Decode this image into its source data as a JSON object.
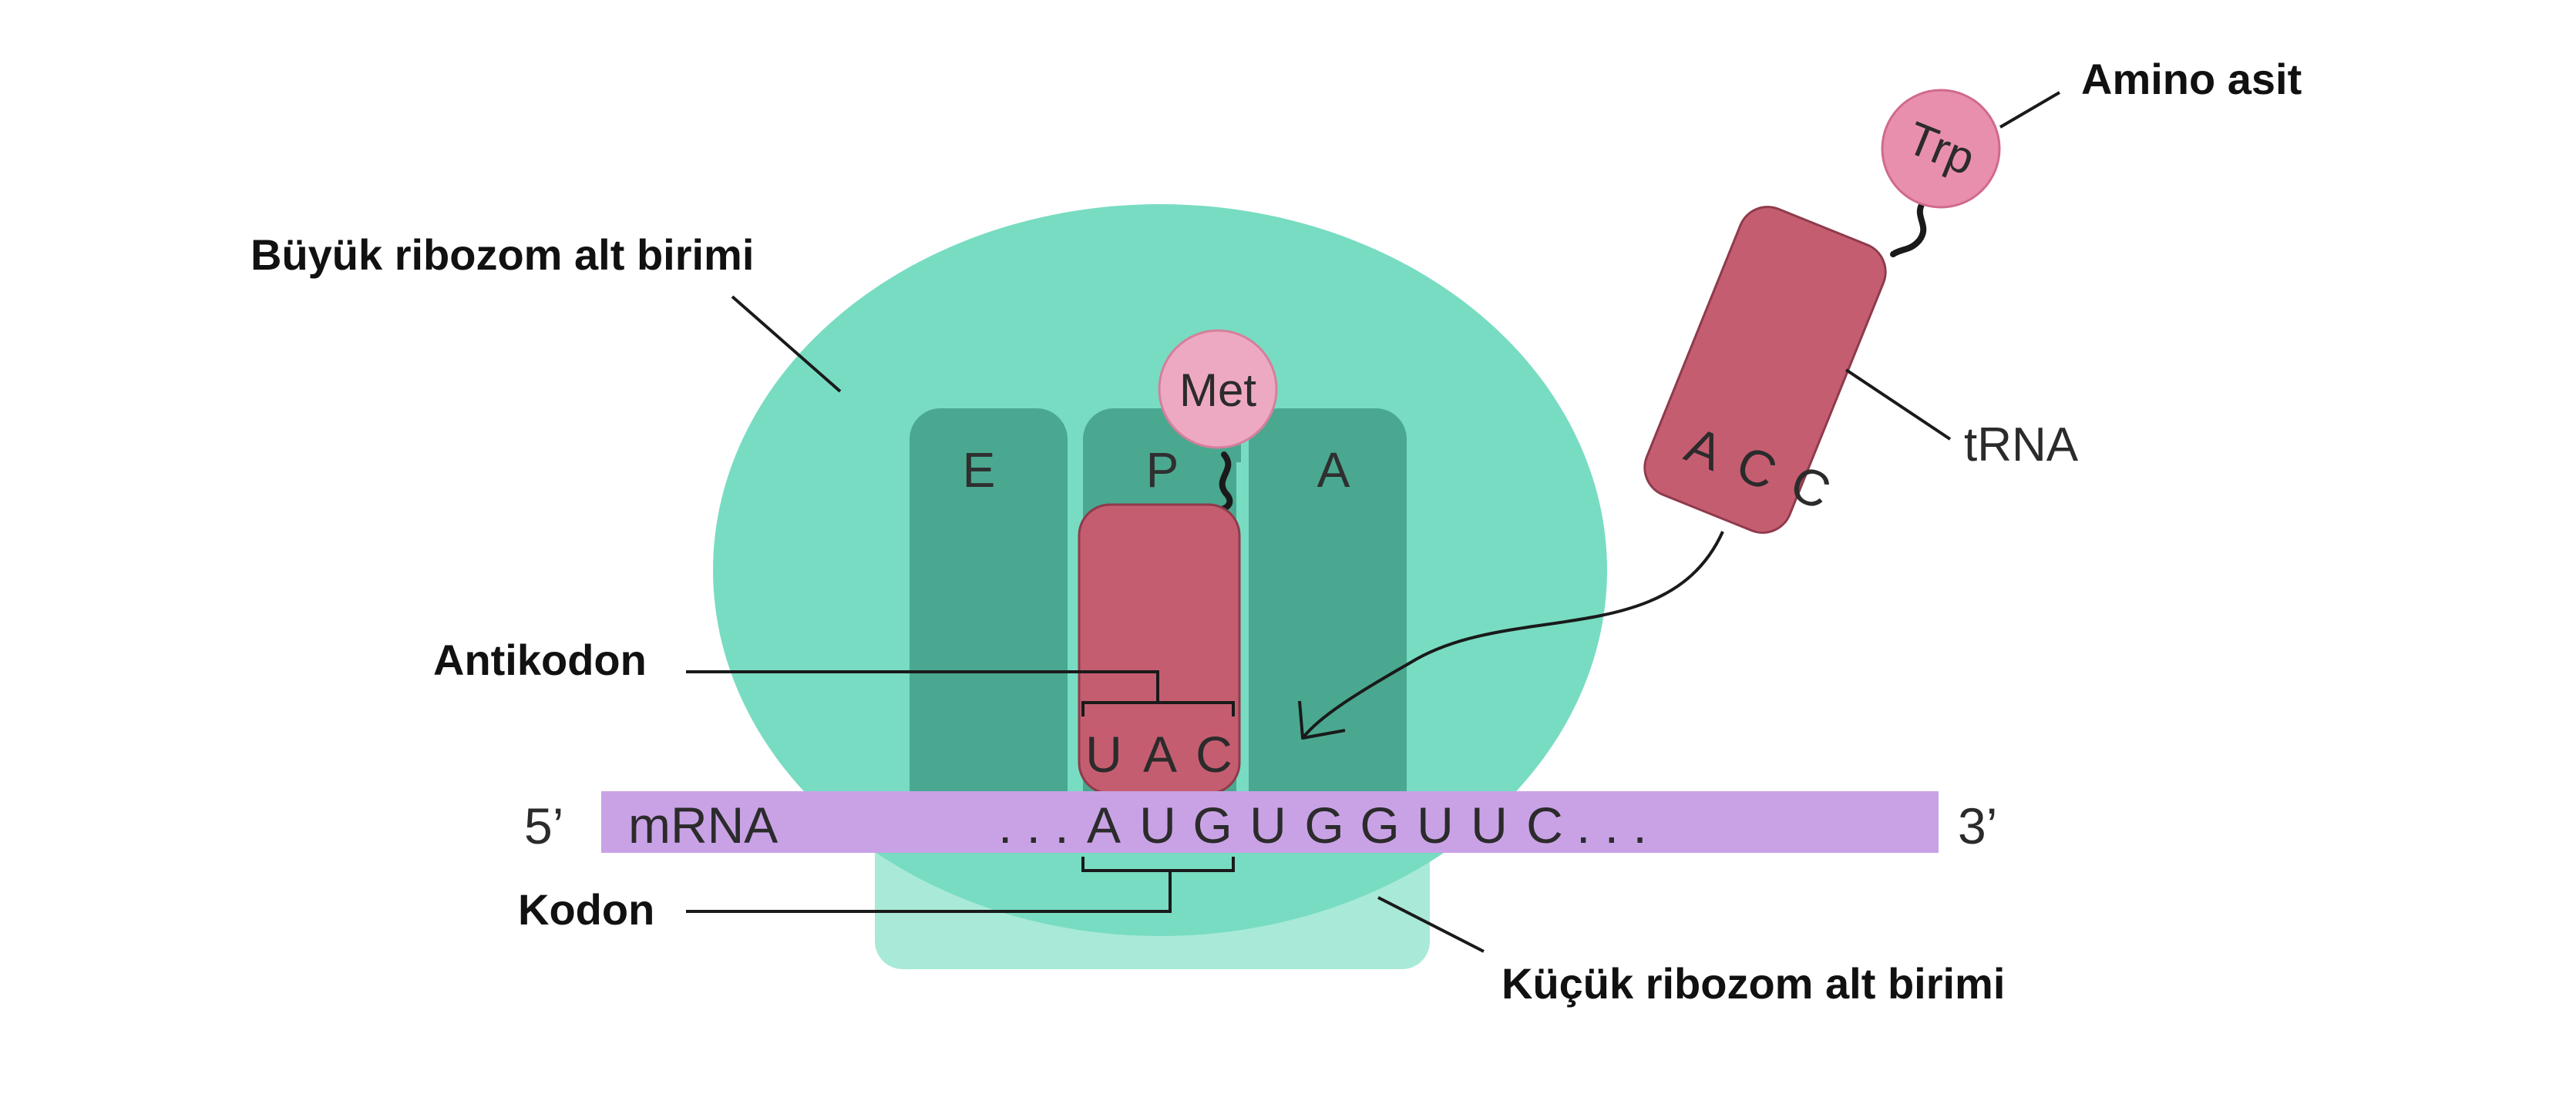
{
  "labels": {
    "large_subunit": "Büyük ribozom alt birimi",
    "small_subunit": "Küçük ribozom alt birimi",
    "anticodon": "Antikodon",
    "codon": "Kodon",
    "amino_acid": "Amino asit",
    "trna": "tRNA"
  },
  "sites": {
    "e": "E",
    "p": "P",
    "a": "A"
  },
  "amino_acids": {
    "bound": "Met",
    "incoming": "Trp"
  },
  "bound_trna": {
    "anticodon": [
      "U",
      "A",
      "C"
    ]
  },
  "incoming_trna": {
    "anticodon": [
      "A",
      "C",
      "C"
    ]
  },
  "mrna": {
    "five_prime": "5’",
    "label": "mRNA",
    "prefix": ". . .",
    "codon": [
      "A",
      "U",
      "G"
    ],
    "rest": [
      "U",
      "G",
      "G",
      "U",
      "U",
      "C"
    ],
    "suffix": ". . .",
    "three_prime": "3’"
  },
  "colors": {
    "large_subunit": "#78dcc2",
    "site": "#4aa890",
    "small_subunit": "#a8ead7",
    "mrna": "#c9a2e6",
    "trna": "#c55d71",
    "amino_acid": "#eea9c2"
  }
}
